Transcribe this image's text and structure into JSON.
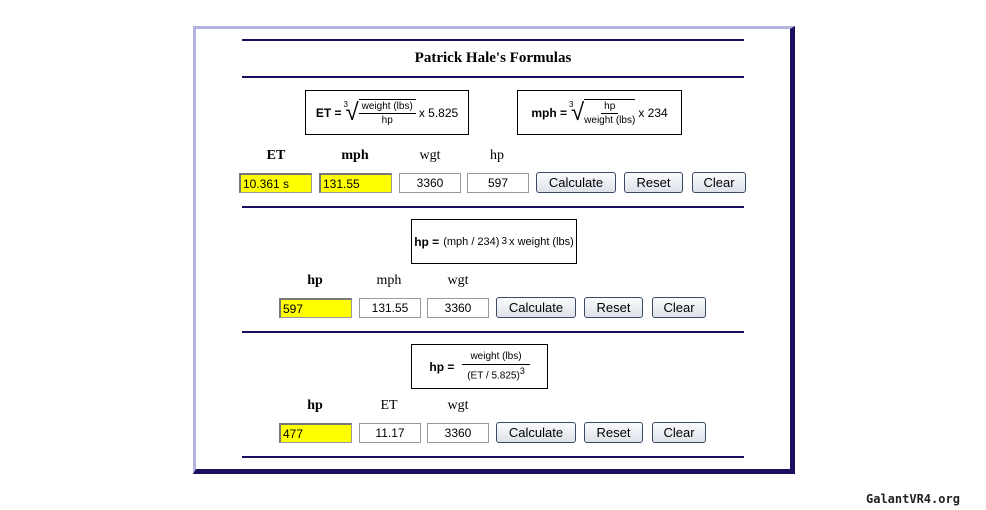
{
  "title": "Patrick Hale's Formulas",
  "section1": {
    "formula_et": {
      "lhs": "ET =",
      "root_index": "3",
      "num": "weight (lbs)",
      "den": "hp",
      "tail": "x 5.825"
    },
    "formula_mph": {
      "lhs": "mph =",
      "root_index": "3",
      "num": "hp",
      "den": "weight (lbs)",
      "tail": "x 234"
    },
    "labels": [
      "ET",
      "mph",
      "wgt",
      "hp"
    ],
    "values": {
      "et": "10.361 s",
      "mph": "131.55",
      "wgt": "3360",
      "hp": "597"
    }
  },
  "section2": {
    "formula": {
      "lhs": "hp =",
      "body": "(mph / 234)",
      "exp": "3",
      "tail": "x weight (lbs)"
    },
    "labels": [
      "hp",
      "mph",
      "wgt"
    ],
    "values": {
      "hp": "597",
      "mph": "131.55",
      "wgt": "3360"
    }
  },
  "section3": {
    "formula": {
      "lhs": "hp =",
      "num": "weight (lbs)",
      "den": "(ET / 5.825)",
      "exp": "3"
    },
    "labels": [
      "hp",
      "ET",
      "wgt"
    ],
    "values": {
      "hp": "477",
      "et": "11.17",
      "wgt": "3360"
    }
  },
  "buttons": {
    "calculate": "Calculate",
    "reset": "Reset",
    "clear": "Clear"
  },
  "watermark": "GalantVR4.org"
}
